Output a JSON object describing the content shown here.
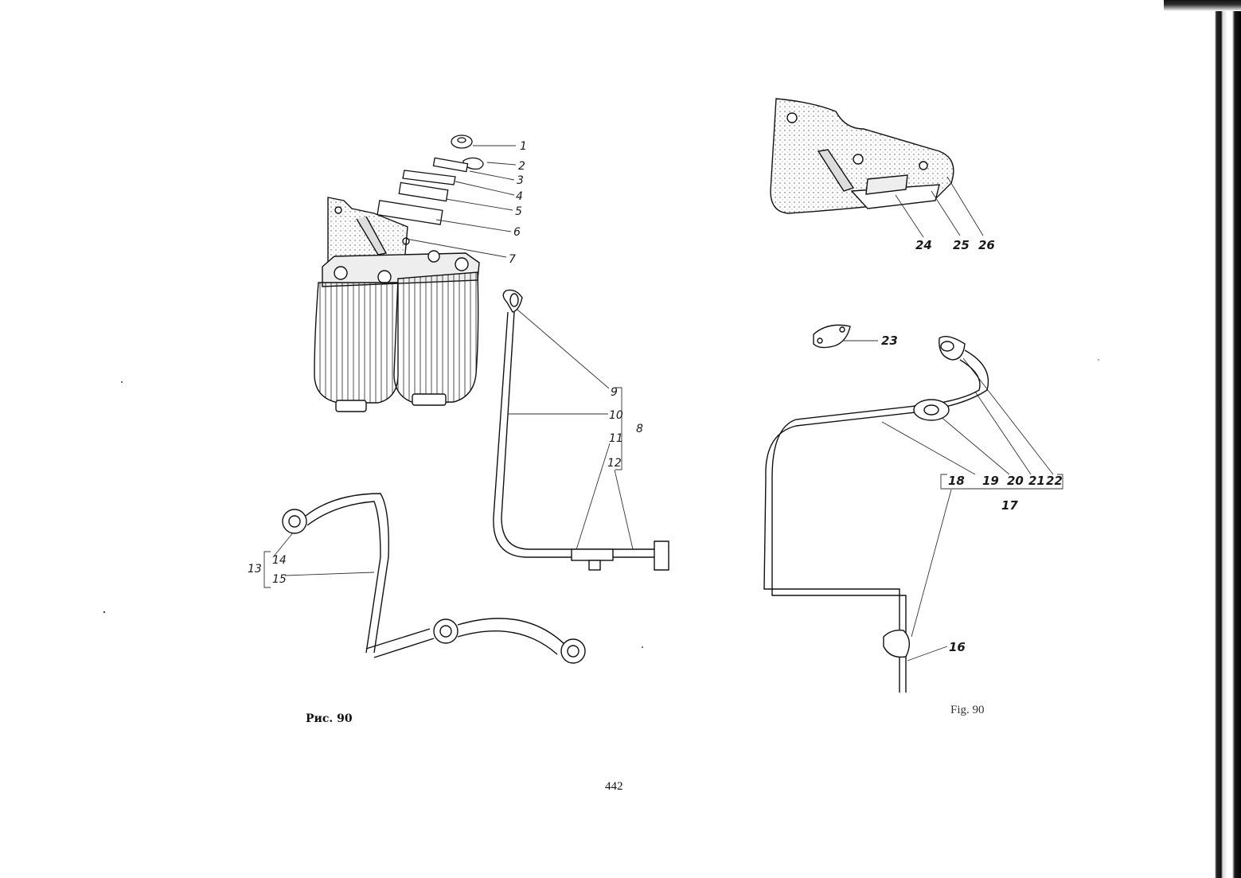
{
  "figure_left": {
    "callouts": {
      "c1": "1",
      "c2": "2",
      "c3": "3",
      "c4": "4",
      "c5": "5",
      "c6": "6",
      "c7": "7",
      "c8": "8",
      "c9": "9",
      "c10": "10",
      "c11": "11",
      "c12": "12",
      "c13": "13",
      "c14": "14",
      "c15": "15"
    },
    "caption": "Рис. 90"
  },
  "figure_right": {
    "callouts": {
      "c16": "16",
      "c17": "17",
      "c18": "18",
      "c19": "19",
      "c20": "20",
      "c21": "21",
      "c22": "22",
      "c23": "23",
      "c24": "24",
      "c25": "25",
      "c26": "26"
    },
    "caption": "Fig. 90"
  },
  "page_number": "442"
}
